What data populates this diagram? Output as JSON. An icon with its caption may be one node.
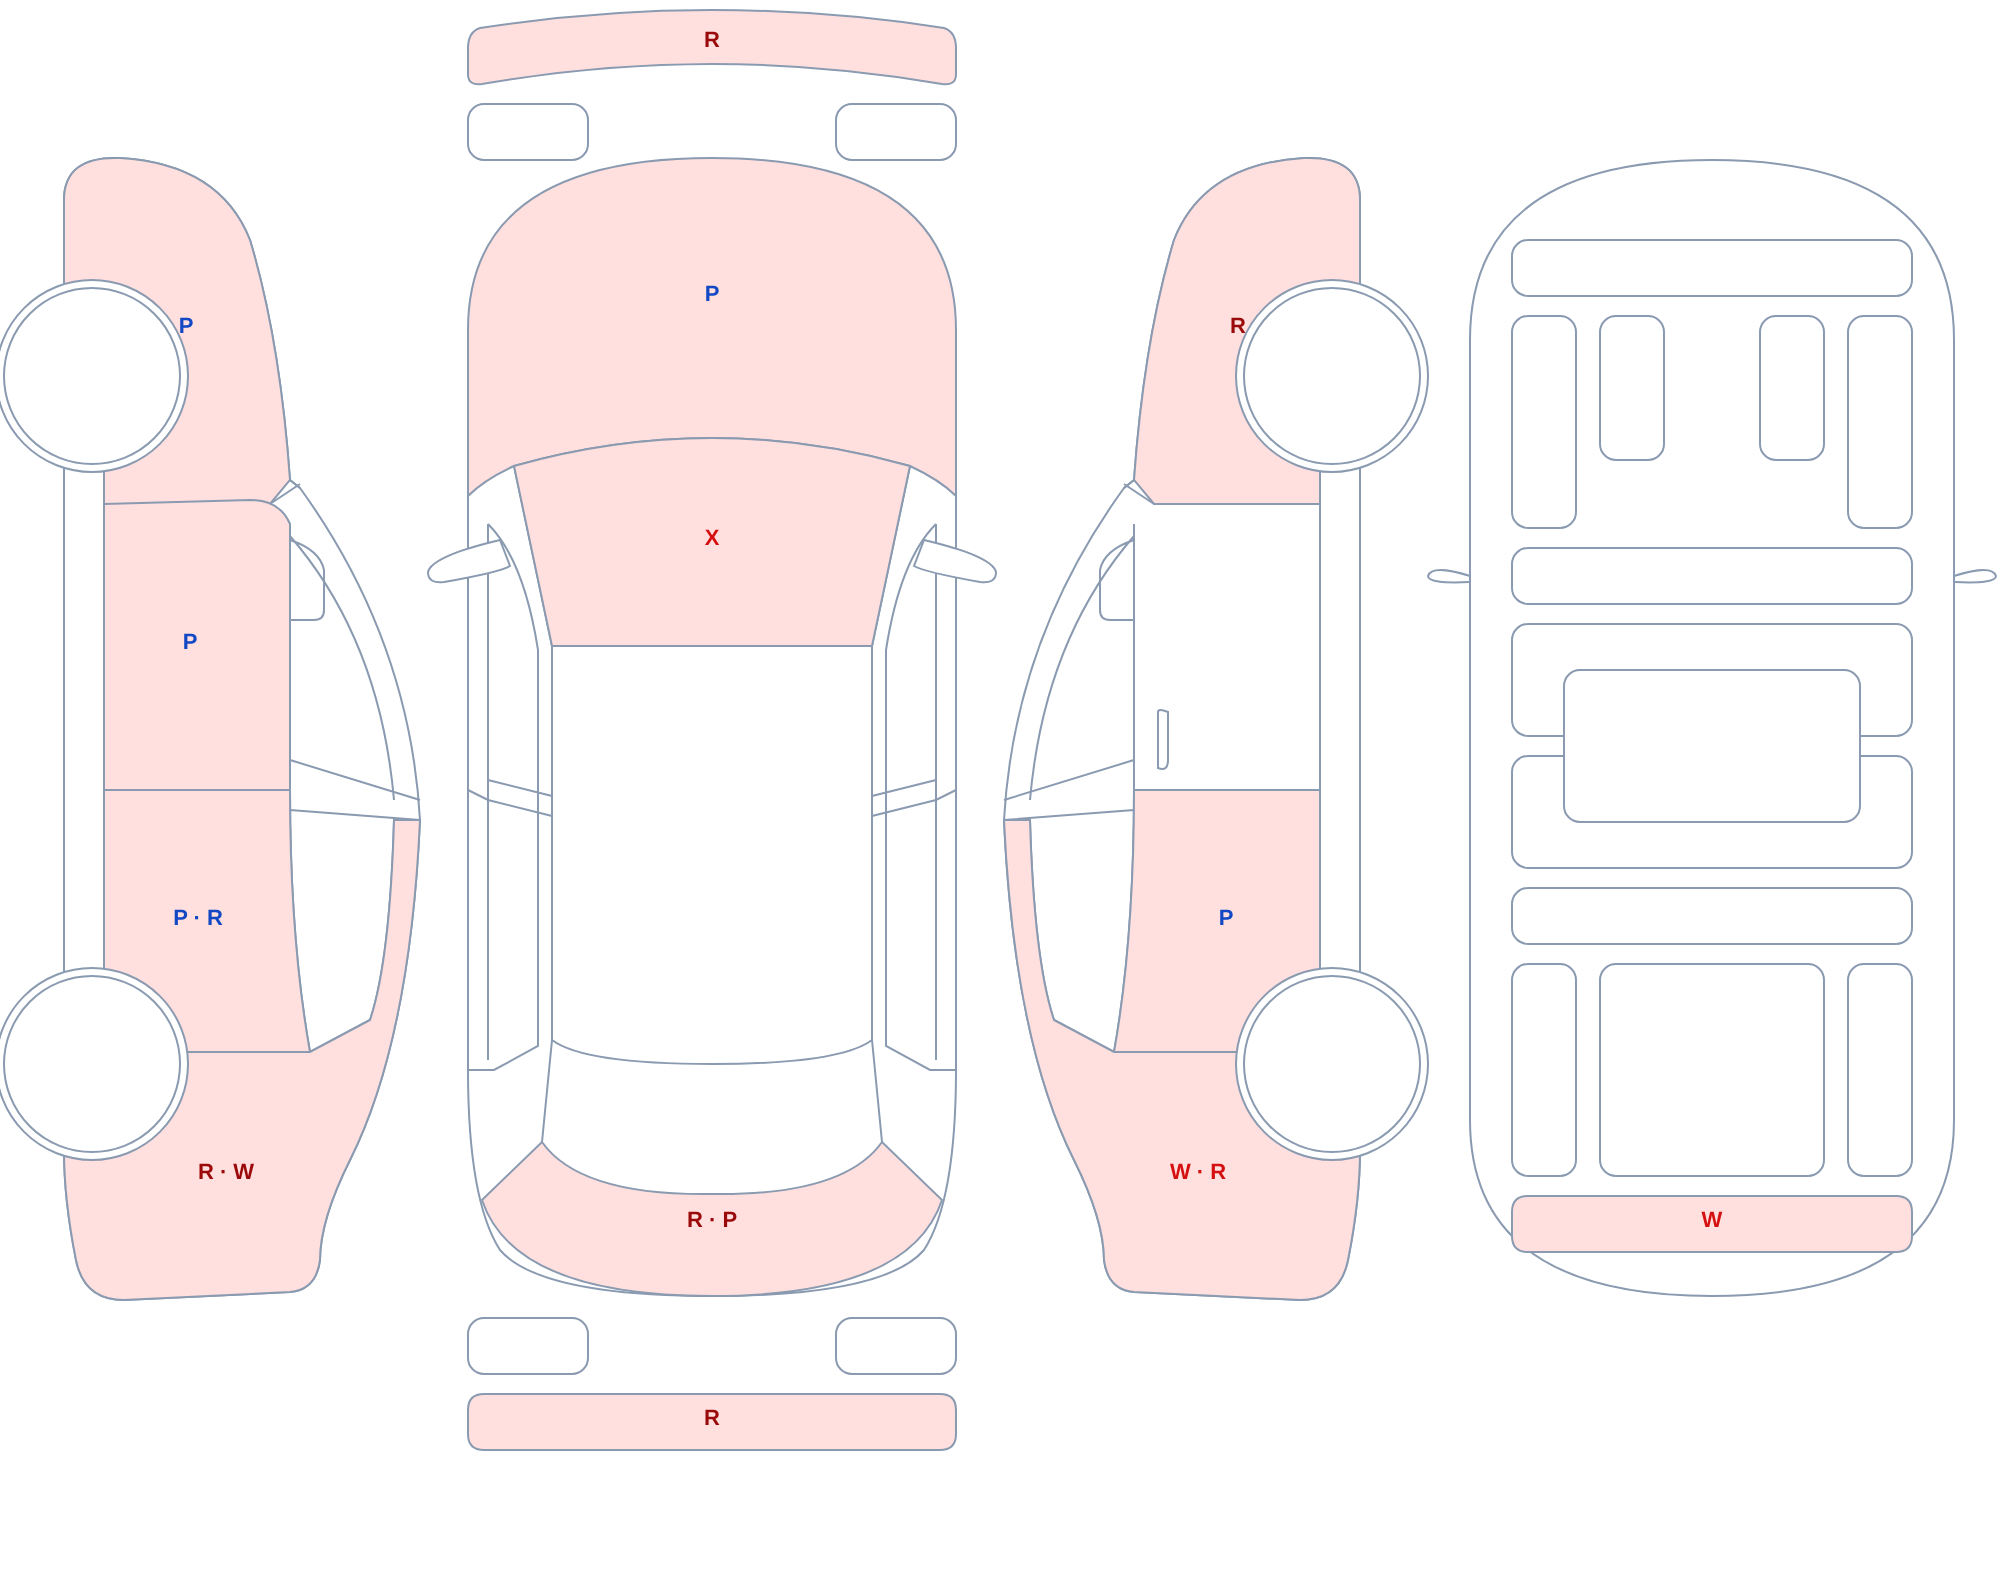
{
  "diagram": {
    "nodes": [
      {
        "text": [
          "P"
        ]
      },
      {
        "text": [
          "P"
        ]
      },
      {
        "text": [
          "P · R"
        ]
      },
      {
        "text": [
          "R · W"
        ]
      },
      {
        "text": [
          "R"
        ]
      },
      {
        "text": [
          "P"
        ]
      },
      {
        "text": [
          "X"
        ]
      },
      {
        "text": [
          "R · P"
        ]
      },
      {
        "text": [
          "R"
        ]
      },
      {
        "text": [
          "R"
        ]
      },
      {
        "text": [
          "P"
        ]
      },
      {
        "text": [
          "W · R"
        ]
      },
      {
        "text": [
          "W"
        ]
      }
    ]
  }
}
